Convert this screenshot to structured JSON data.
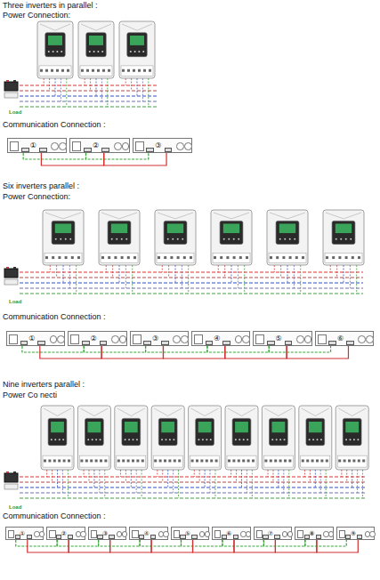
{
  "diagram": {
    "nodes": [
      {
        "text": [
          "①"
        ]
      },
      {
        "text": [
          "②"
        ]
      },
      {
        "text": [
          "③"
        ]
      },
      {
        "text": [
          "①"
        ]
      },
      {
        "text": [
          "②"
        ]
      },
      {
        "text": [
          "③"
        ]
      },
      {
        "text": [
          "④"
        ]
      },
      {
        "text": [
          "⑤"
        ]
      },
      {
        "text": [
          "⑥"
        ]
      },
      {
        "text": [
          "①"
        ]
      },
      {
        "text": [
          "②"
        ]
      },
      {
        "text": [
          "③"
        ]
      },
      {
        "text": [
          "④"
        ]
      },
      {
        "text": [
          "⑤"
        ]
      },
      {
        "text": [
          "⑥"
        ]
      },
      {
        "text": [
          "⑦"
        ]
      },
      {
        "text": [
          "⑧"
        ]
      },
      {
        "text": [
          "⑨"
        ]
      }
    ],
    "edges": [
      {
        "from": 0,
        "to": 1,
        "arrow": "none"
      },
      {
        "from": 0,
        "to": 1,
        "arrow": "none"
      },
      {
        "from": 1,
        "to": 2,
        "arrow": "none"
      },
      {
        "from": 1,
        "to": 2,
        "arrow": "none"
      },
      {
        "from": 3,
        "to": 4,
        "arrow": "none"
      },
      {
        "from": 3,
        "to": 4,
        "arrow": "none"
      },
      {
        "from": 4,
        "to": 5,
        "arrow": "none"
      },
      {
        "from": 4,
        "to": 5,
        "arrow": "none"
      },
      {
        "from": 5,
        "to": 6,
        "arrow": "none"
      },
      {
        "from": 5,
        "to": 6,
        "arrow": "none"
      },
      {
        "from": 6,
        "to": 7,
        "arrow": "none"
      },
      {
        "from": 6,
        "to": 7,
        "arrow": "none"
      },
      {
        "from": 7,
        "to": 8,
        "arrow": "none"
      },
      {
        "from": 7,
        "to": 8,
        "arrow": "none"
      },
      {
        "from": 9,
        "to": 10,
        "arrow": "none"
      },
      {
        "from": 9,
        "to": 10,
        "arrow": "none"
      },
      {
        "from": 10,
        "to": 11,
        "arrow": "none"
      },
      {
        "from": 10,
        "to": 11,
        "arrow": "none"
      },
      {
        "from": 11,
        "to": 12,
        "arrow": "none"
      },
      {
        "from": 11,
        "to": 12,
        "arrow": "none"
      },
      {
        "from": 12,
        "to": 13,
        "arrow": "none"
      },
      {
        "from": 12,
        "to": 13,
        "arrow": "none"
      },
      {
        "from": 13,
        "to": 14,
        "arrow": "none"
      },
      {
        "from": 13,
        "to": 14,
        "arrow": "none"
      },
      {
        "from": 14,
        "to": 15,
        "arrow": "none"
      },
      {
        "from": 14,
        "to": 15,
        "arrow": "none"
      },
      {
        "from": 15,
        "to": 16,
        "arrow": "none"
      },
      {
        "from": 15,
        "to": 16,
        "arrow": "none"
      },
      {
        "from": 16,
        "to": 17,
        "arrow": "none"
      },
      {
        "from": 16,
        "to": 17,
        "arrow": "none"
      }
    ],
    "labels": [
      "Three inverters in parallel :",
      "Power Connection:",
      "Load",
      "Communication Connection :",
      "Six inverters parallel :",
      "Power Connection:",
      "Load",
      "Communication Connection :",
      "Nine inverters parallel :",
      "Power Co necti",
      "Load",
      "Communication Connection :"
    ]
  }
}
